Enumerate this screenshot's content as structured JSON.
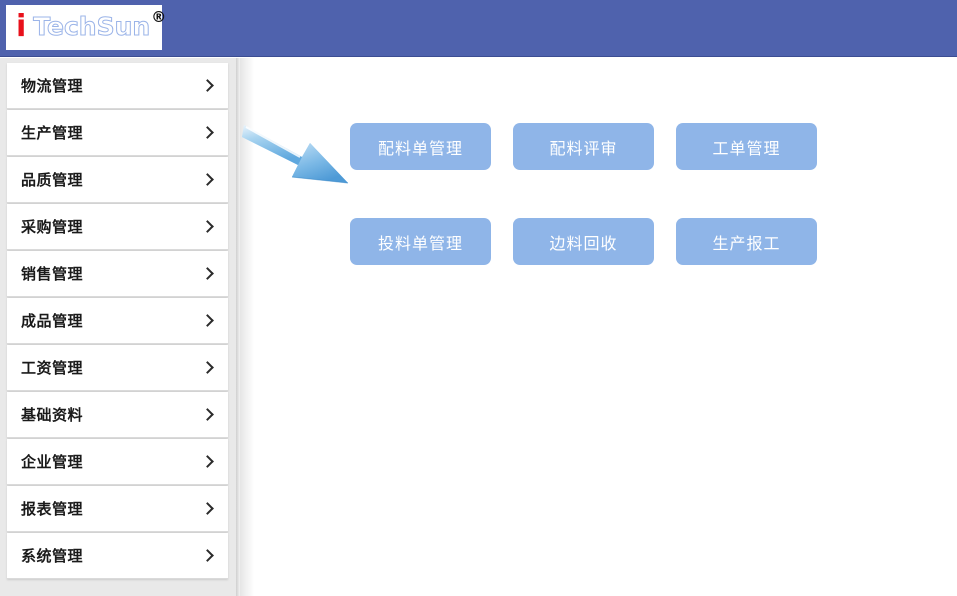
{
  "header": {
    "background_color": "#4f62ad",
    "logo": {
      "mark": "i",
      "mark_color": "#e8111b",
      "word": "TechSun",
      "word_outline_color": "#9bb4e8",
      "registered_symbol": "®"
    }
  },
  "sidebar": {
    "background_color": "#e9e9e9",
    "chevron_icon": "chevron-right-icon",
    "items": [
      {
        "label": "物流管理"
      },
      {
        "label": "生产管理"
      },
      {
        "label": "品质管理"
      },
      {
        "label": "采购管理"
      },
      {
        "label": "销售管理"
      },
      {
        "label": "成品管理"
      },
      {
        "label": "工资管理"
      },
      {
        "label": "基础资料"
      },
      {
        "label": "企业管理"
      },
      {
        "label": "报表管理"
      },
      {
        "label": "系统管理"
      }
    ]
  },
  "main": {
    "tile_color": "#8fb5e8",
    "tile_text_color": "#ffffff",
    "rows": [
      [
        {
          "label": "配料单管理"
        },
        {
          "label": "配料评审"
        },
        {
          "label": "工单管理"
        }
      ],
      [
        {
          "label": "投料单管理"
        },
        {
          "label": "边料回收"
        },
        {
          "label": "生产报工"
        }
      ]
    ]
  },
  "annotation": {
    "arrow_icon": "arrow-pointing-down-right-icon",
    "arrow_color": "#6cb0e4"
  }
}
